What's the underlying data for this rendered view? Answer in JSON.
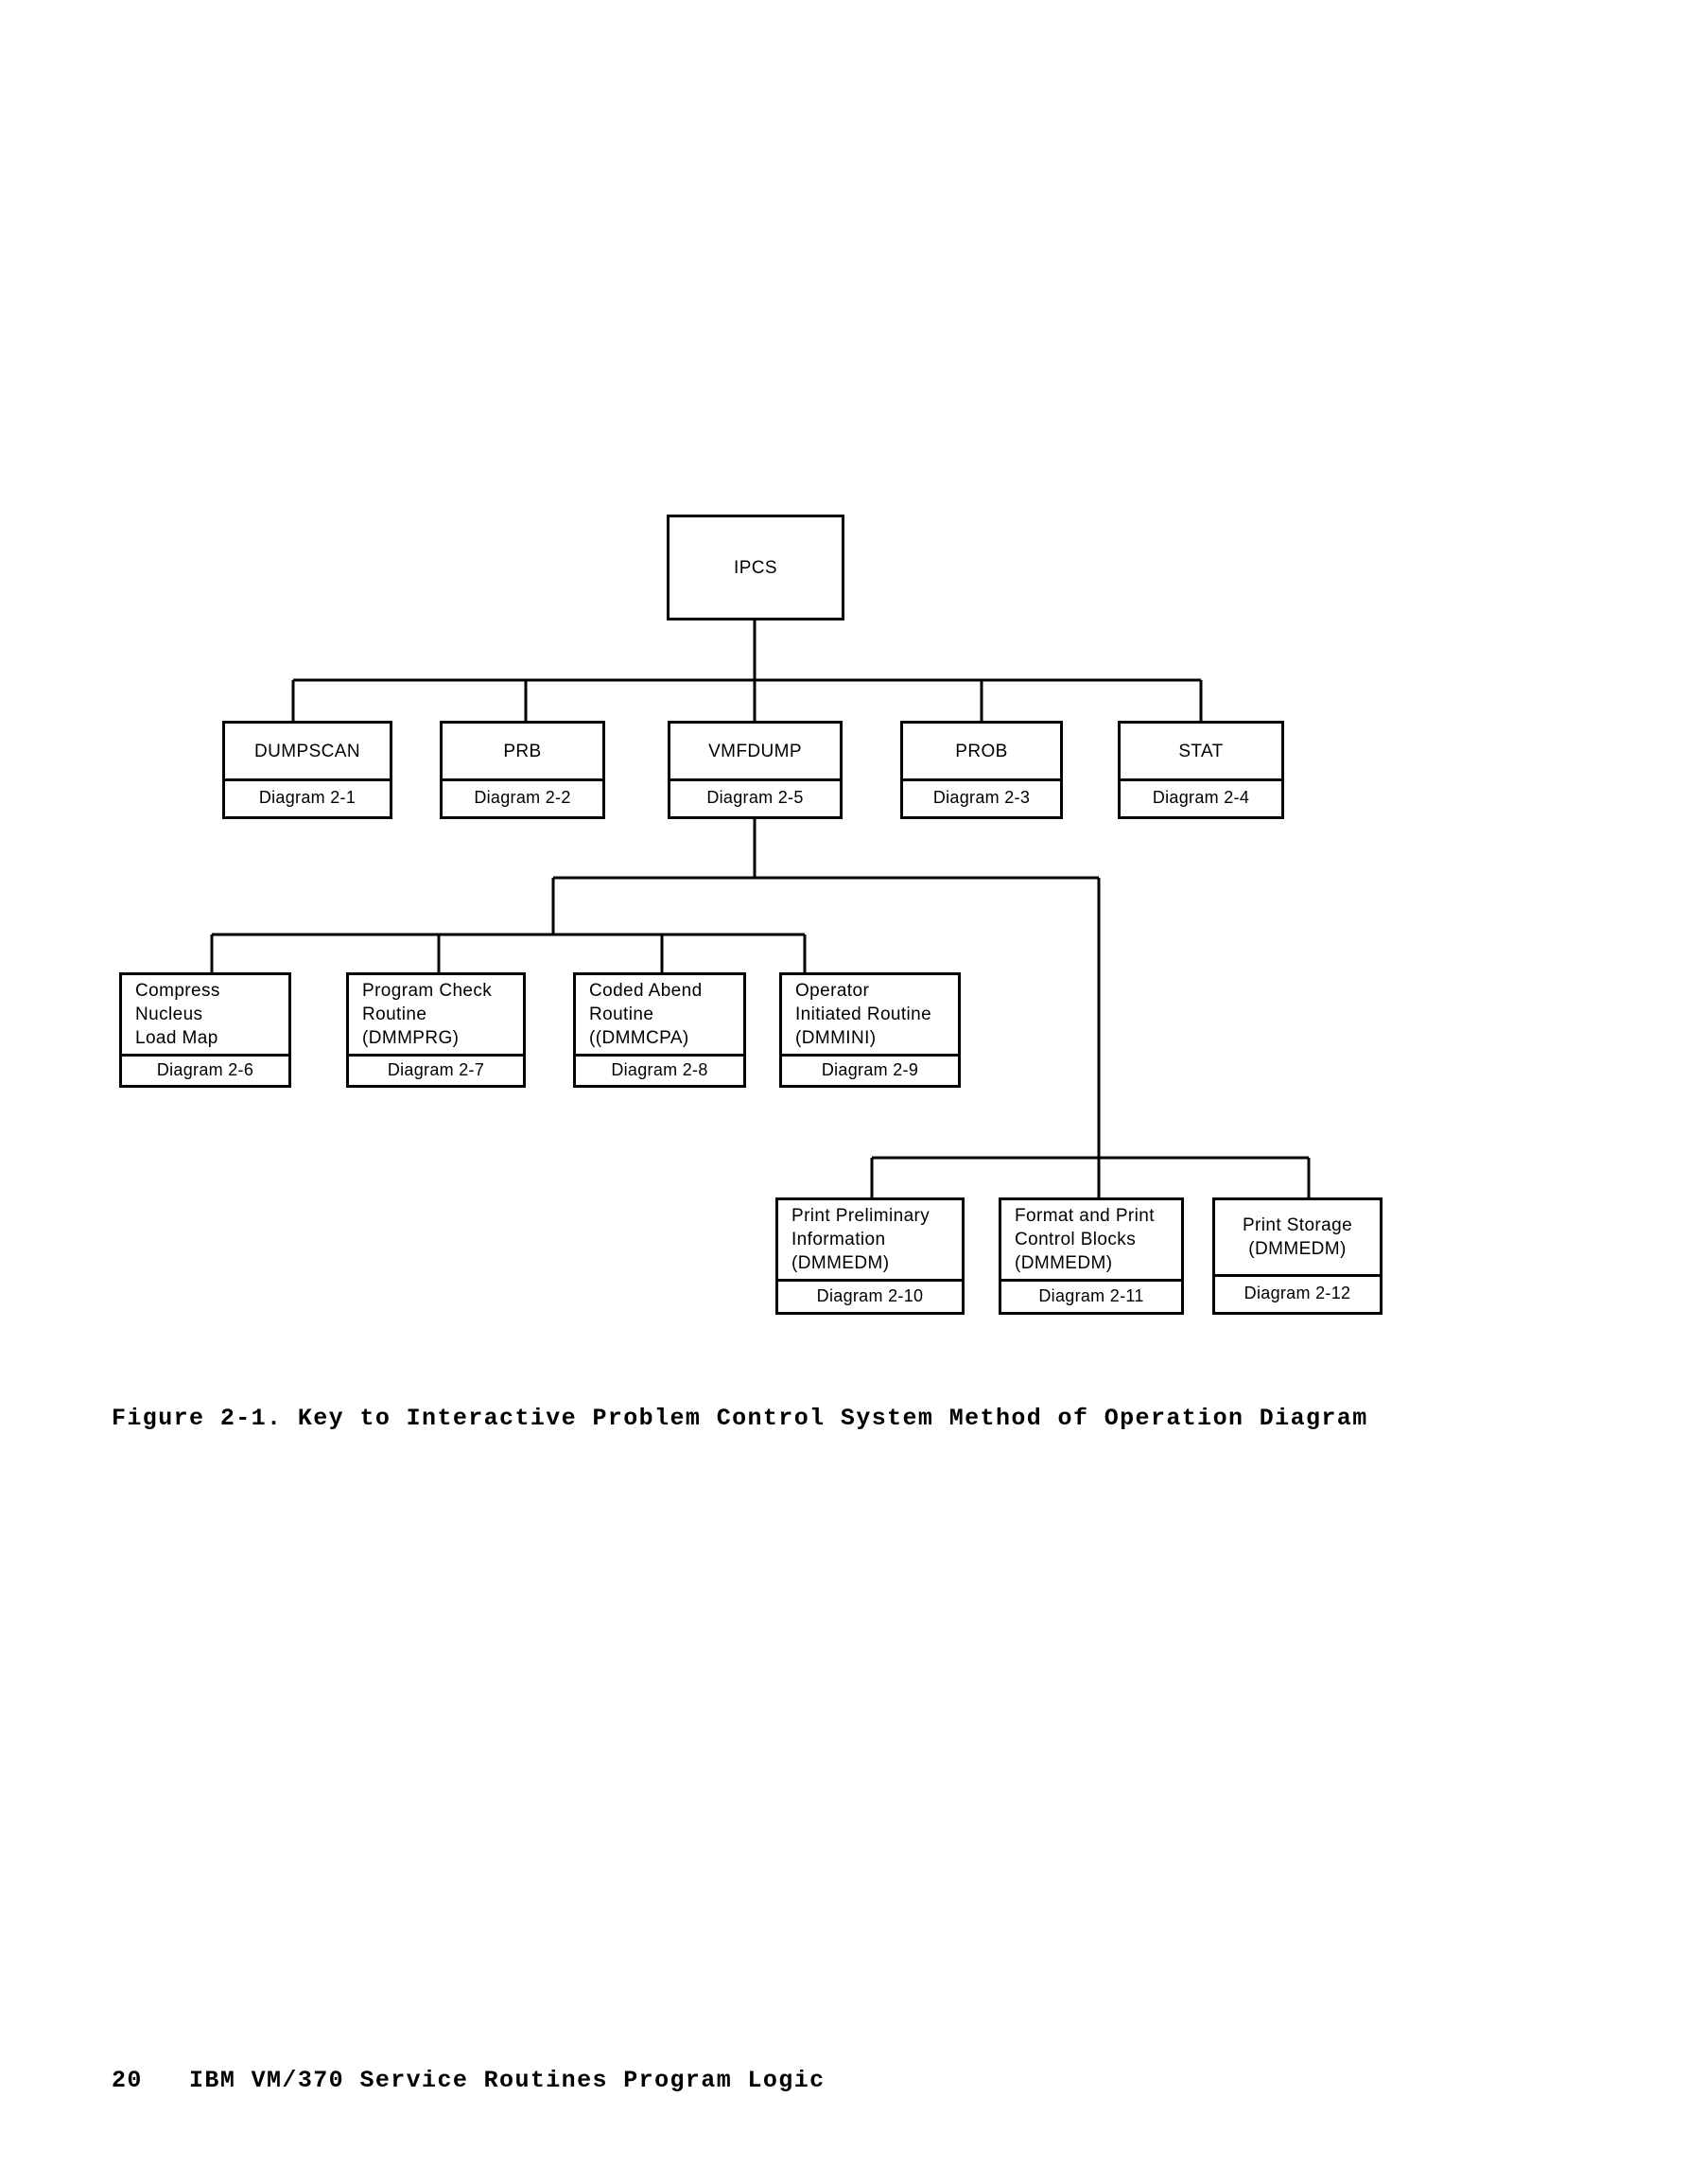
{
  "page": {
    "figure_caption": "Figure 2-1. Key to Interactive Problem Control System Method of Operation Diagram",
    "footer": "20   IBM VM/370 Service Routines Program Logic",
    "page_number": "20",
    "book_title": "IBM VM/370 Service Routines Program Logic",
    "ink_color": "#000000",
    "background_color": "#ffffff"
  },
  "chart_data": {
    "type": "diagram",
    "title": "Key to Interactive Problem Control System Method of Operation Diagram",
    "layout": "top-down hierarchy tree with orthogonal bus connectors",
    "nodes": [
      {
        "id": "ipcs",
        "title": "IPCS",
        "reference": "",
        "level": 0
      },
      {
        "id": "dumpscan",
        "title": "DUMPSCAN",
        "reference": "Diagram 2-1",
        "level": 1
      },
      {
        "id": "prb",
        "title": "PRB",
        "reference": "Diagram 2-2",
        "level": 1
      },
      {
        "id": "vmfdump",
        "title": "VMFDUMP",
        "reference": "Diagram 2-5",
        "level": 1
      },
      {
        "id": "prob",
        "title": "PROB",
        "reference": "Diagram 2-3",
        "level": 1
      },
      {
        "id": "stat",
        "title": "STAT",
        "reference": "Diagram 2-4",
        "level": 1
      },
      {
        "id": "compress",
        "title": "Compress\nNucleus\nLoad Map",
        "reference": "Diagram 2-6",
        "level": 2
      },
      {
        "id": "progcheck",
        "title": "Program Check\nRoutine\n(DMMPRG)",
        "reference": "Diagram 2-7",
        "level": 2
      },
      {
        "id": "codedabend",
        "title": "Coded Abend\nRoutine\n((DMMCPA)",
        "reference": "Diagram 2-8",
        "level": 2
      },
      {
        "id": "operator",
        "title": "Operator\nInitiated Routine\n(DMMINI)",
        "reference": "Diagram 2-9",
        "level": 2
      },
      {
        "id": "printprelim",
        "title": "Print Preliminary\nInformation\n(DMMEDM)",
        "reference": "Diagram 2-10",
        "level": 3
      },
      {
        "id": "formatprint",
        "title": "Format and Print\nControl Blocks\n(DMMEDM)",
        "reference": "Diagram 2-11",
        "level": 3
      },
      {
        "id": "printstor",
        "title": "Print Storage\n(DMMEDM)",
        "reference": "Diagram 2-12",
        "level": 3
      }
    ],
    "edges": [
      {
        "from": "ipcs",
        "to": "dumpscan"
      },
      {
        "from": "ipcs",
        "to": "prb"
      },
      {
        "from": "ipcs",
        "to": "vmfdump"
      },
      {
        "from": "ipcs",
        "to": "prob"
      },
      {
        "from": "ipcs",
        "to": "stat"
      },
      {
        "from": "vmfdump",
        "to": "compress"
      },
      {
        "from": "vmfdump",
        "to": "progcheck"
      },
      {
        "from": "vmfdump",
        "to": "codedabend"
      },
      {
        "from": "vmfdump",
        "to": "operator"
      },
      {
        "from": "vmfdump",
        "to": "printprelim"
      },
      {
        "from": "vmfdump",
        "to": "formatprint"
      },
      {
        "from": "vmfdump",
        "to": "printstor"
      }
    ]
  }
}
